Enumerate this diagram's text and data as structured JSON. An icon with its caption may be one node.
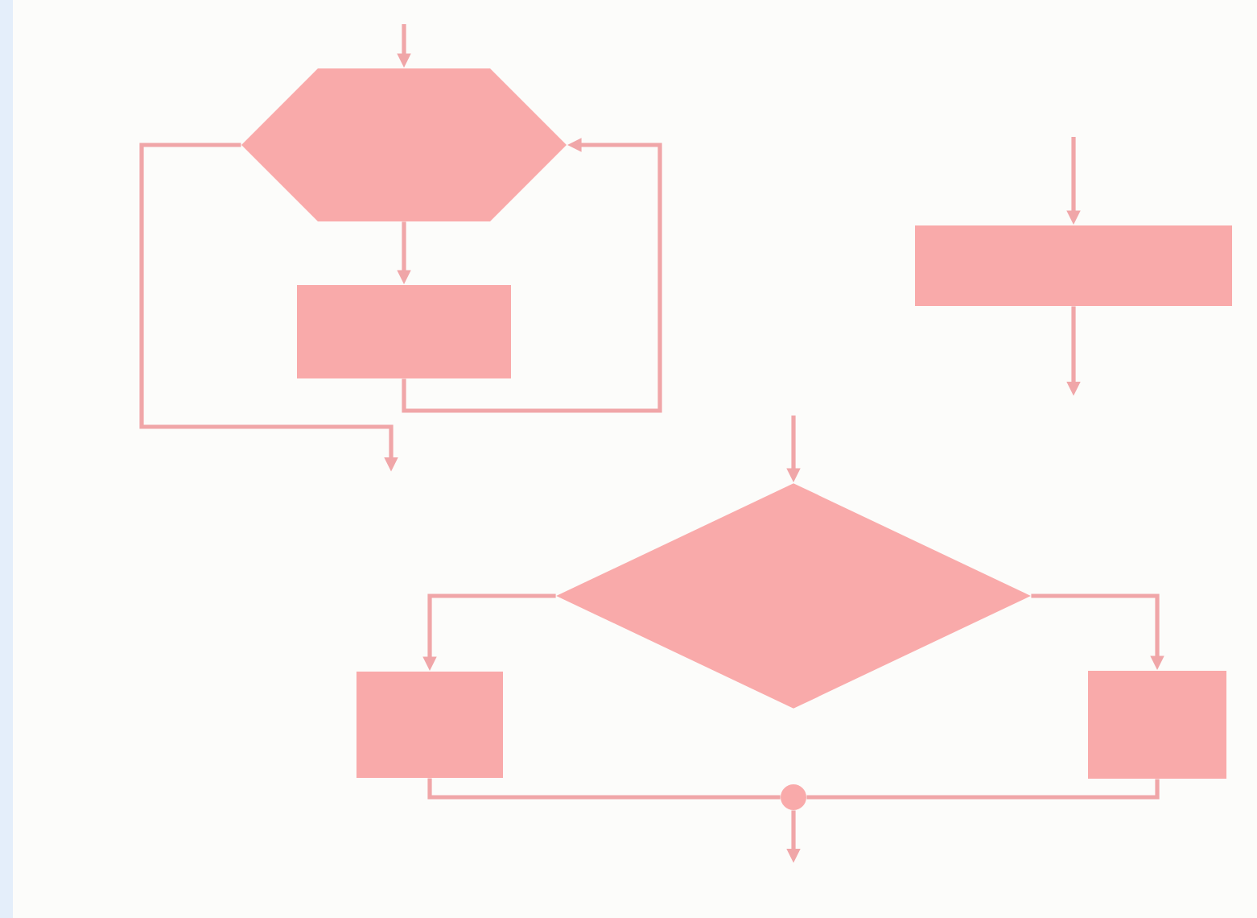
{
  "diagram": {
    "nodes": [
      {
        "text": [],
        "shape": "hexagon"
      },
      {
        "text": [],
        "shape": "box"
      },
      {
        "text": [],
        "shape": "box"
      },
      {
        "text": [],
        "shape": "diamond"
      },
      {
        "text": [],
        "shape": "box"
      },
      {
        "text": [],
        "shape": "box"
      },
      {
        "text": [],
        "shape": "circle"
      }
    ],
    "edges": [
      {
        "from": null,
        "to": 0,
        "arrow": "to"
      },
      {
        "from": 0,
        "to": 1,
        "arrow": "to"
      },
      {
        "from": 1,
        "to": 0,
        "arrow": "to"
      },
      {
        "from": 0,
        "to": null,
        "arrow": "to"
      },
      {
        "from": null,
        "to": 2,
        "arrow": "to"
      },
      {
        "from": 2,
        "to": null,
        "arrow": "to"
      },
      {
        "from": null,
        "to": 3,
        "arrow": "to"
      },
      {
        "from": 3,
        "to": 4,
        "arrow": "to"
      },
      {
        "from": 3,
        "to": 5,
        "arrow": "to"
      },
      {
        "from": 4,
        "to": 6,
        "arrow": "none"
      },
      {
        "from": 5,
        "to": 6,
        "arrow": "none"
      },
      {
        "from": 6,
        "to": null,
        "arrow": "to"
      }
    ]
  }
}
